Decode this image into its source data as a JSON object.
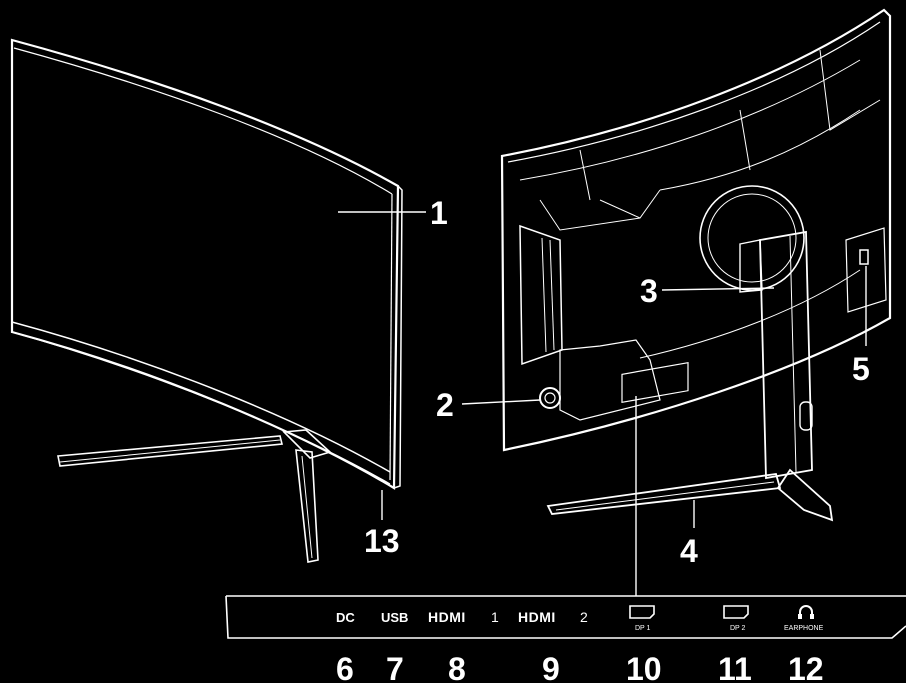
{
  "callouts": {
    "c1": "1",
    "c2": "2",
    "c3": "3",
    "c4": "4",
    "c5": "5",
    "c6": "6",
    "c7": "7",
    "c8": "8",
    "c9": "9",
    "c10": "10",
    "c11": "11",
    "c12": "12",
    "c13": "13"
  },
  "ports": {
    "dc": "DC",
    "usb": "USB",
    "hdmi1_mark": "HDMI",
    "hdmi1_num": "1",
    "hdmi2_mark": "HDMI",
    "hdmi2_num": "2",
    "dp1": "DP 1",
    "dp2": "DP 2",
    "earphone": "EARPHONE"
  },
  "colors": {
    "background": "#000000",
    "line": "#ffffff"
  },
  "icons": [
    "displayport-icon",
    "headphone-icon"
  ]
}
